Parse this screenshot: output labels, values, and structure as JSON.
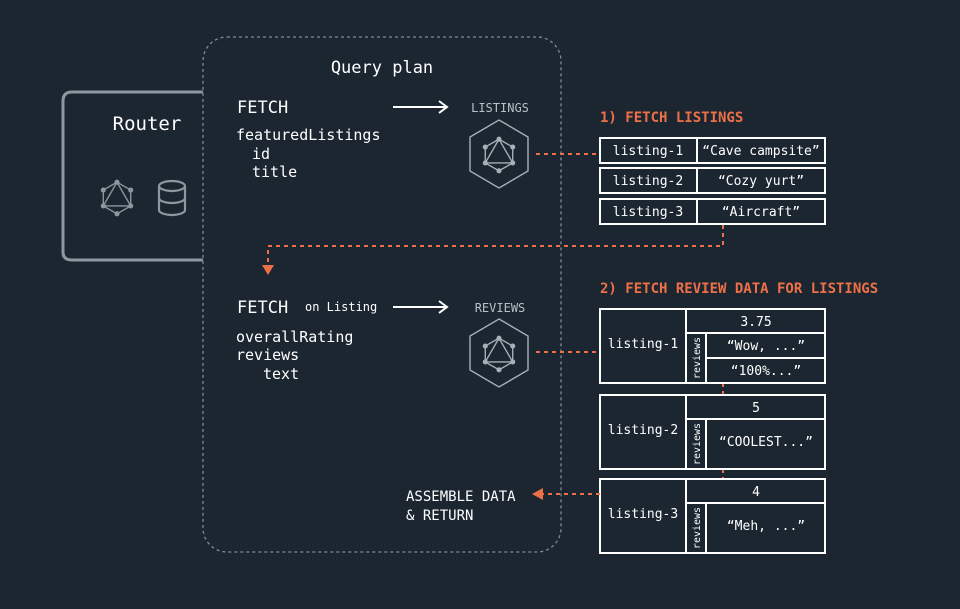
{
  "router": {
    "title": "Router",
    "icons": [
      "graphql-icon",
      "database-icon"
    ]
  },
  "query_plan": {
    "title": "Query plan",
    "step1": {
      "keyword": "FETCH",
      "service": "LISTINGS",
      "fields": [
        "featuredListings",
        "id",
        "title"
      ]
    },
    "step2": {
      "keyword": "FETCH",
      "qualifier": "on Listing",
      "service": "REVIEWS",
      "fields": [
        "overallRating",
        "reviews",
        "text"
      ]
    },
    "assemble": [
      "ASSEMBLE DATA",
      "& RETURN"
    ]
  },
  "section1": {
    "heading": "1) FETCH LISTINGS",
    "rows": [
      {
        "id": "listing-1",
        "title": "“Cave campsite”"
      },
      {
        "id": "listing-2",
        "title": "“Cozy yurt”"
      },
      {
        "id": "listing-3",
        "title": "“Aircraft”"
      }
    ]
  },
  "section2": {
    "heading": "2) FETCH REVIEW DATA FOR LISTINGS",
    "reviews_label": "reviews",
    "rows": [
      {
        "id": "listing-1",
        "rating": "3.75",
        "reviews": [
          "“Wow, ...”",
          "“100%...”"
        ]
      },
      {
        "id": "listing-2",
        "rating": "5",
        "reviews": [
          "“COOLEST...”"
        ]
      },
      {
        "id": "listing-3",
        "rating": "4",
        "reviews": [
          "“Meh, ...”"
        ]
      }
    ]
  },
  "colors": {
    "background": "#1b2630",
    "accent": "#ee7048",
    "line": "#ffffff"
  }
}
